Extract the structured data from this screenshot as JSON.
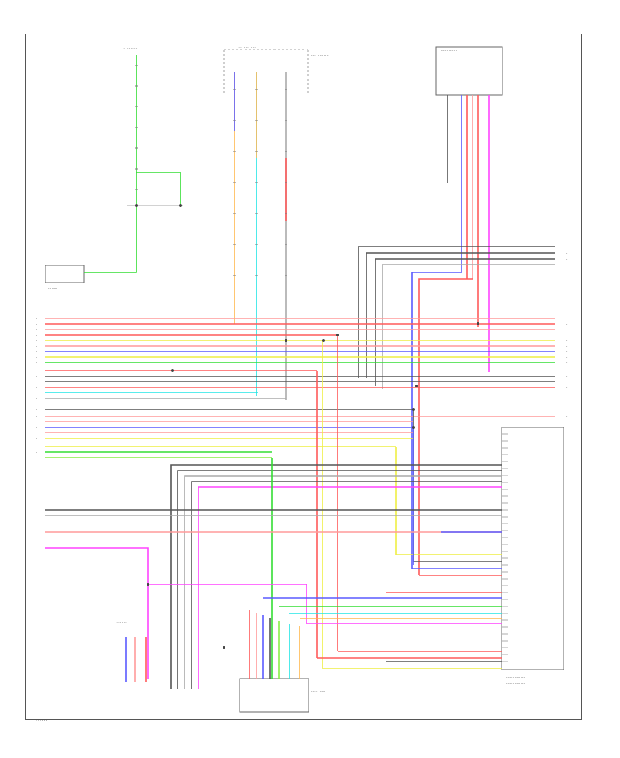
{
  "diagram": {
    "footer_code": "······",
    "colors": {
      "red": "#ff5a5a",
      "pink": "#ff9a9a",
      "orange": "#ffb74d",
      "yellow": "#eeee44",
      "green": "#33dd33",
      "blue": "#5a5aff",
      "cyan": "#22e5e5",
      "black": "#555555",
      "gray": "#aaaaaa",
      "magenta": "#ff44ff",
      "lime": "#88ee44",
      "frame": "#555555"
    },
    "components": [
      {
        "id": "fuse-block-top-left",
        "label": "··· ····· ······"
      },
      {
        "id": "fuse-block-top-center",
        "label": "····· ······ ·····"
      },
      {
        "id": "connector-top-right",
        "label": "················"
      },
      {
        "id": "relay-left",
        "label": "··· ·····"
      },
      {
        "id": "control-unit-right",
        "label": "······ ······· ····"
      },
      {
        "id": "sensor-bottom-center",
        "label": "······· ······"
      },
      {
        "id": "switch-bottom-left",
        "label": "····· ·····"
      }
    ]
  }
}
